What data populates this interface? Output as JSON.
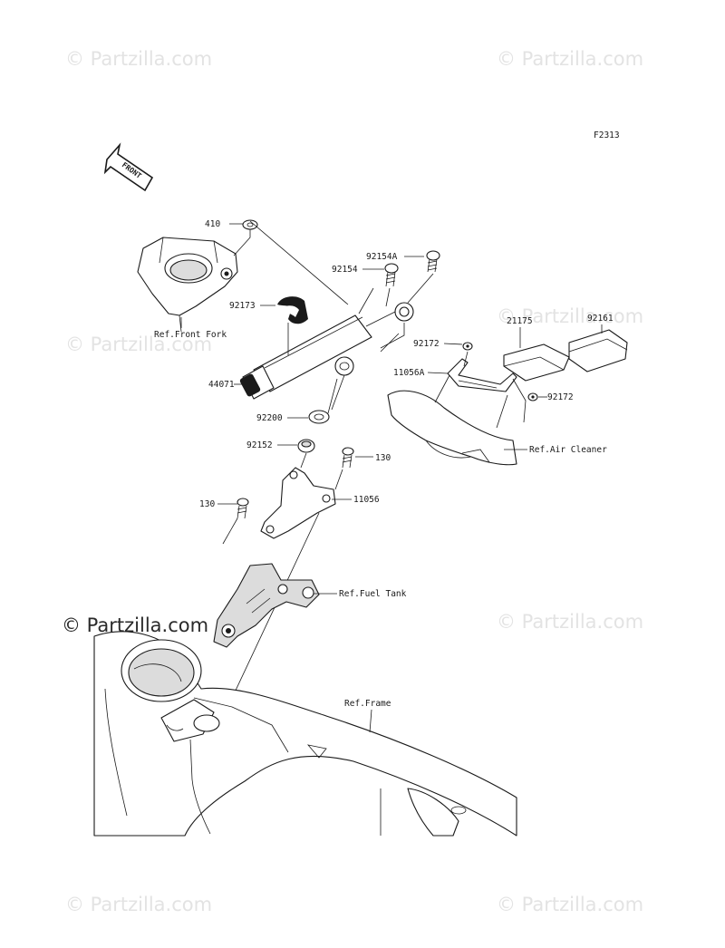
{
  "diagram_code": "F2313",
  "front_arrow_label": "FRONT",
  "watermarks": {
    "light": [
      "© Partzilla.com",
      "© Partzilla.com",
      "© Partzilla.com",
      "© Partzilla.com",
      "© Partzilla.com",
      "© Partzilla.com",
      "© Partzilla.com"
    ],
    "dark": "© Partzilla.com"
  },
  "callouts": {
    "p410": "410",
    "p92154A": "92154A",
    "p92154": "92154",
    "p92173": "92173",
    "p21175": "21175",
    "p92161": "92161",
    "p92172a": "92172",
    "p11056A": "11056A",
    "p92172b": "92172",
    "p44071": "44071",
    "p92200": "92200",
    "p92152": "92152",
    "p130a": "130",
    "p130b": "130",
    "p11056": "11056"
  },
  "references": {
    "front_fork": "Ref.Front Fork",
    "air_cleaner": "Ref.Air Cleaner",
    "fuel_tank": "Ref.Fuel Tank",
    "frame": "Ref.Frame"
  },
  "colors": {
    "line": "#1a1a1a",
    "shade": "#dcdcdc",
    "watermark": "#e3e3e3"
  }
}
